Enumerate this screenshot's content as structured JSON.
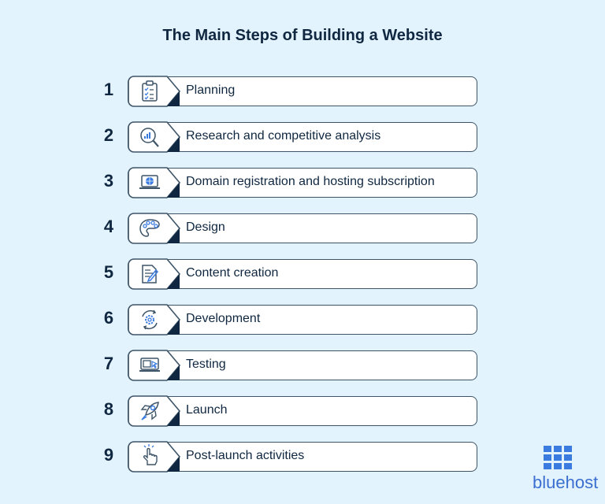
{
  "title": "The Main Steps of Building a Website",
  "colors": {
    "background": "#e3f3fd",
    "accent": "#3a7be0",
    "dark": "#0f2740",
    "border": "#3d5468"
  },
  "steps": [
    {
      "number": "1",
      "label": "Planning",
      "icon": "clipboard-checklist-icon"
    },
    {
      "number": "2",
      "label": "Research and competitive analysis",
      "icon": "magnifier-chart-icon"
    },
    {
      "number": "3",
      "label": "Domain registration and hosting subscription",
      "icon": "laptop-globe-icon"
    },
    {
      "number": "4",
      "label": "Design",
      "icon": "palette-icon"
    },
    {
      "number": "5",
      "label": "Content creation",
      "icon": "document-pen-icon"
    },
    {
      "number": "6",
      "label": "Development",
      "icon": "gear-cycle-icon"
    },
    {
      "number": "7",
      "label": "Testing",
      "icon": "laptop-cursor-icon"
    },
    {
      "number": "8",
      "label": "Launch",
      "icon": "rocket-icon"
    },
    {
      "number": "9",
      "label": "Post-launch activities",
      "icon": "hand-pointer-icon"
    }
  ],
  "brand": {
    "name": "bluehost"
  }
}
